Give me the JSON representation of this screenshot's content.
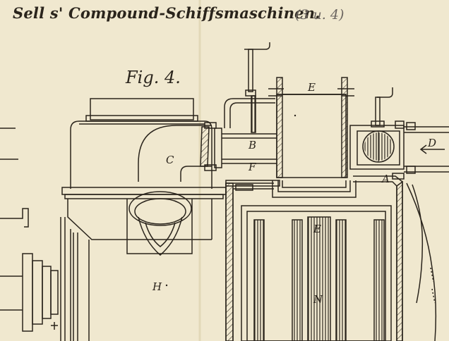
{
  "plate": {
    "title": "Sell s' Compound-Schiffsmaschinen.",
    "plate_ref": "(3 u. 4)",
    "figure_label": "Fig. 4."
  },
  "parts": {
    "c": "C",
    "b": "B",
    "f": "F",
    "e_top": "E",
    "d": "D",
    "a": "A",
    "e_lower": "E",
    "n": "N",
    "h": "H"
  },
  "colors": {
    "paper": "#f0e8cf",
    "ink": "#2a241c",
    "pencil": "#6b6560"
  }
}
